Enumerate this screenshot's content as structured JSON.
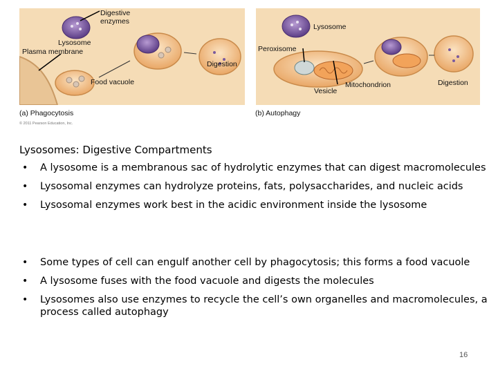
{
  "figure": {
    "phagocytosis": {
      "labels": {
        "digestive_enzymes_1": "Digestive",
        "digestive_enzymes_2": "enzymes",
        "lysosome": "Lysosome",
        "plasma_membrane": "Plasma membrane",
        "digestion": "Digestion",
        "food_vacuole": "Food vacuole"
      },
      "caption": "(a) Phagocytosis"
    },
    "autophagy": {
      "labels": {
        "lysosome": "Lysosome",
        "peroxisome": "Peroxisome",
        "vesicle": "Vesicle",
        "mitochondrion": "Mitochondrion",
        "digestion": "Digestion"
      },
      "caption": "(b) Autophagy"
    },
    "copyright": "© 2011 Pearson Education, Inc."
  },
  "slide": {
    "title": "Lysosomes: Digestive Compartments",
    "bullets_group1": [
      "A lysosome is a membranous sac of hydrolytic enzymes that can digest macromolecules",
      "Lysosomal enzymes can hydrolyze proteins, fats, polysaccharides, and nucleic acids",
      "Lysosomal enzymes work best in the acidic environment inside the lysosome"
    ],
    "bullets_group2": [
      "Some types of cell can engulf another cell by phagocytosis; this forms a food vacuole",
      "A lysosome fuses with the food vacuole and digests the molecules",
      "Lysosomes also use enzymes to recycle the cell’s own organelles and macromolecules, a process called autophagy"
    ],
    "bullet_glyph": "•",
    "page_number": "16"
  },
  "colors": {
    "panel_bg": "#f6d9b0",
    "lysosome_purple": "#7a5a9e",
    "vacuole_orange": "#f2b77a",
    "membrane_tan": "#e8c99a"
  }
}
